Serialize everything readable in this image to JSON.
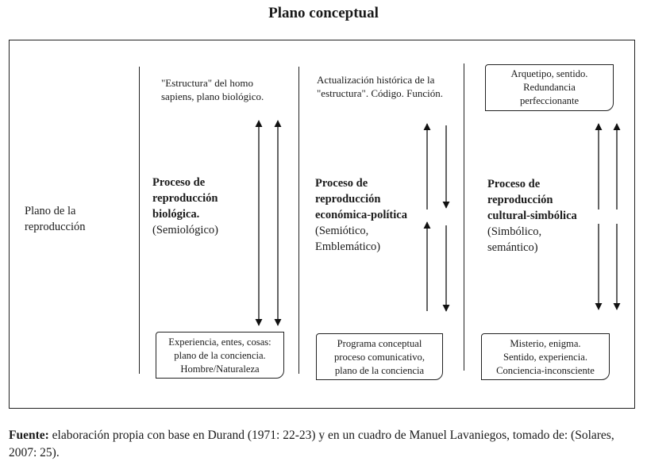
{
  "title": "Plano conceptual",
  "row_label": [
    "Plano de la",
    "reproducción"
  ],
  "columns": [
    {
      "top_text": [
        "\"Estructura\" del homo",
        "sapiens, plano biológico."
      ],
      "process": [
        "Proceso de",
        "reproducción",
        "biológica."
      ],
      "process_sub": [
        "(Semiológico)"
      ],
      "bottom_box": [
        "Experiencia, entes, cosas:",
        "plano de la conciencia.",
        "Hombre/Naturaleza"
      ]
    },
    {
      "top_text": [
        "Actualización histórica de la",
        "\"estructura\". Código. Función."
      ],
      "process": [
        "Proceso de",
        "reproducción",
        "económica-política"
      ],
      "process_sub": [
        "(Semiótico,",
        "Emblemático)"
      ],
      "bottom_box": [
        "Programa conceptual",
        "proceso comunicativo,",
        "plano de la conciencia"
      ]
    },
    {
      "top_box": [
        "Arquetipo, sentido.",
        "Redundancia",
        "perfeccionante"
      ],
      "process": [
        "Proceso de",
        "reproducción",
        "cultural-simbólica"
      ],
      "process_sub": [
        "(Simbólico,",
        "semántico)"
      ],
      "bottom_box": [
        "Misterio, enigma.",
        "Sentido, experiencia.",
        "Conciencia-inconsciente"
      ]
    }
  ],
  "source": {
    "label": "Fuente:",
    "text": " elaboración propia con base en Durand (1971: 22-23) y en un cuadro de Manuel Lavaniegos, tomado de: (Solares, 2007: 25)."
  }
}
